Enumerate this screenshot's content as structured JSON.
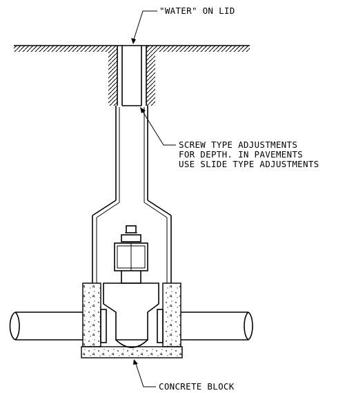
{
  "labels": {
    "lid": "\"WATER\" ON LID",
    "adjust_line1": "SCREW TYPE ADJUSTMENTS",
    "adjust_line2": "FOR DEPTH. IN PAVEMENTS",
    "adjust_line3": "USE SLIDE TYPE ADJUSTMENTS",
    "concrete": "CONCRETE BLOCK"
  }
}
